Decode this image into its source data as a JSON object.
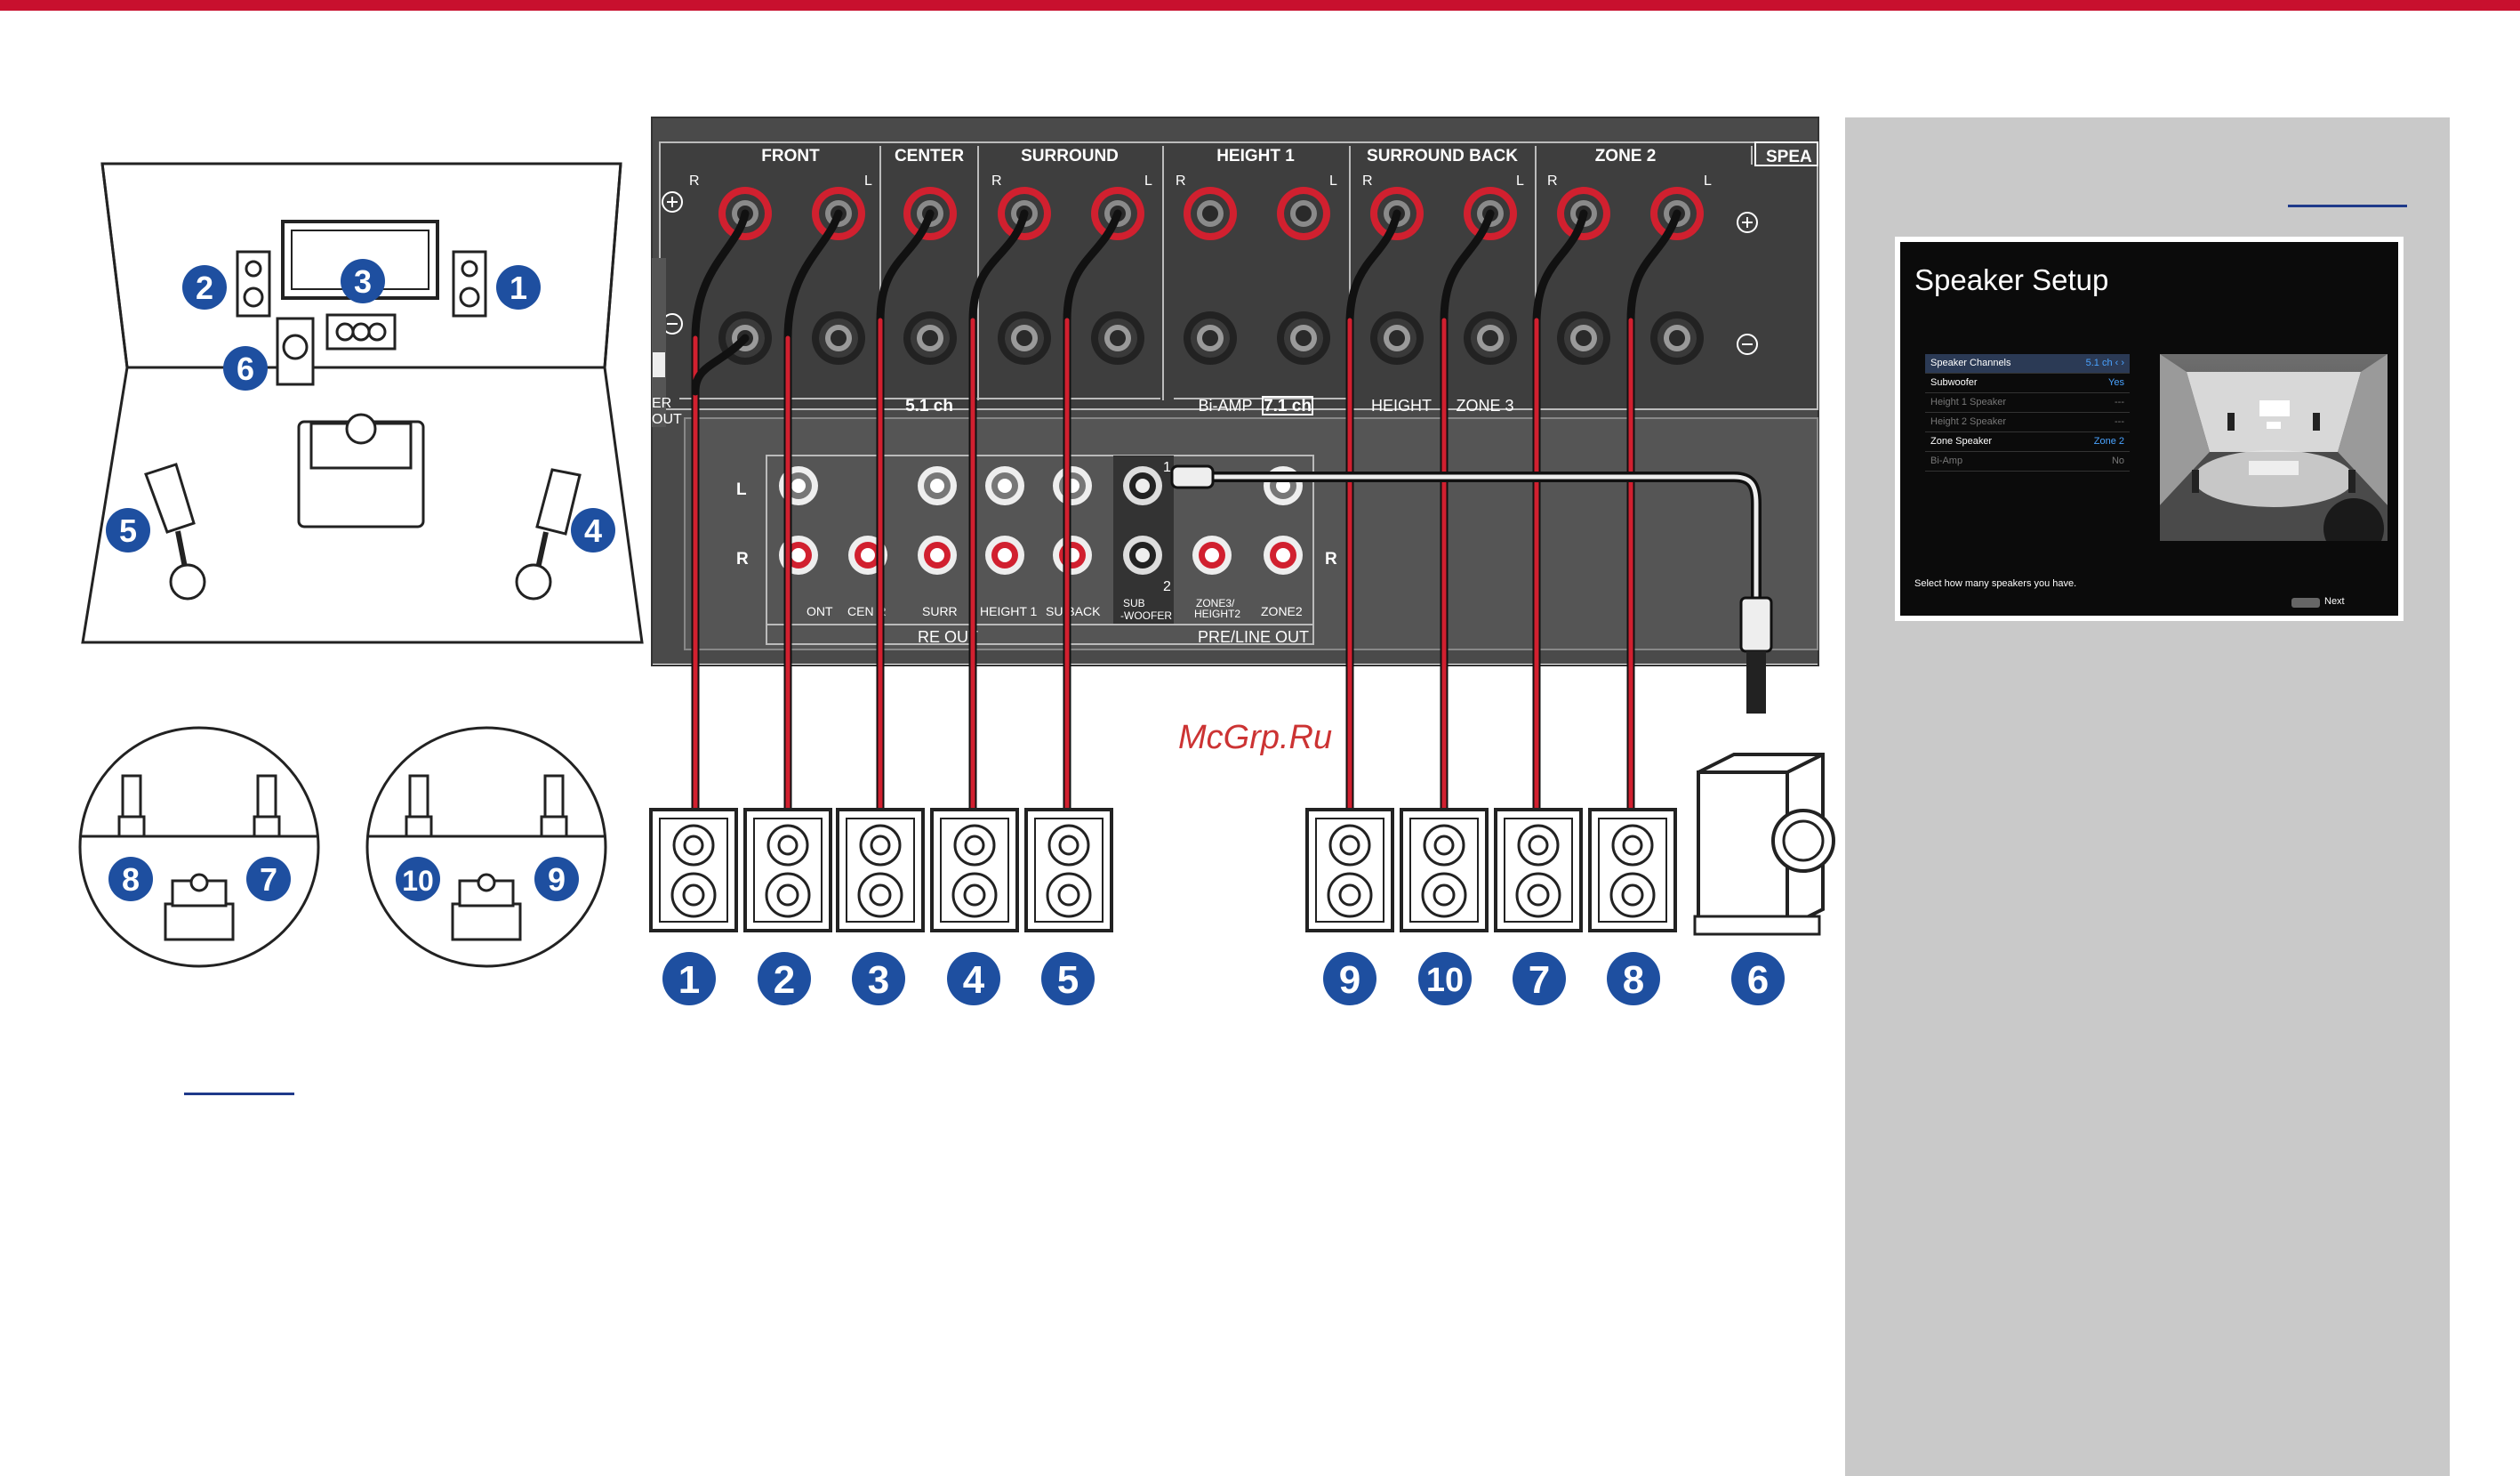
{
  "receiver": {
    "groups": {
      "front": "FRONT",
      "center": "CENTER",
      "surround": "SURROUND",
      "height1": "HEIGHT 1",
      "surround_back": "SURROUND BACK",
      "zone2": "ZONE 2",
      "speakers_cut": "SPEA"
    },
    "pole_labels": {
      "r": "R",
      "l": "L"
    },
    "sublabels": {
      "ch51": "5.1 ch",
      "biamp": "Bi-AMP",
      "ch71": "7.1 ch",
      "height": "HEIGHT",
      "zone3": "ZONE 3"
    },
    "preout": {
      "l": "L",
      "r": "R",
      "front": "ONT",
      "center": "CEN  R",
      "surr": "SURR",
      "height1": "HEIGHT 1",
      "surrback": "SU  BACK",
      "sub": "SUB",
      "woofer": "-WOOFER",
      "n1": "1",
      "n2": "2",
      "pre_out": "RE OUT",
      "zone3_height2_a": "ZONE3/",
      "zone3_height2_b": "HEIGHT2",
      "zone2_label": "ZONE2",
      "preline_out": "PRE/LINE OUT",
      "er": "ER",
      "out": "OUT"
    }
  },
  "room_numbers": [
    "1",
    "2",
    "3",
    "4",
    "5",
    "6"
  ],
  "inset_numbers": [
    "8",
    "7",
    "10",
    "9"
  ],
  "speaker_numbers": [
    "1",
    "2",
    "3",
    "4",
    "5",
    "9",
    "10",
    "7",
    "8",
    "6"
  ],
  "osd": {
    "title": "Speaker Setup",
    "rows": [
      {
        "label": "Speaker Channels",
        "value": "5.1 ch ‹ ›"
      },
      {
        "label": "Subwoofer",
        "value": "Yes"
      },
      {
        "label": "Height 1 Speaker",
        "value": "---"
      },
      {
        "label": "Height 2 Speaker",
        "value": "---"
      },
      {
        "label": "Zone Speaker",
        "value": "Zone 2"
      },
      {
        "label": "Bi-Amp",
        "value": "No"
      }
    ],
    "hint": "Select how many speakers you have.",
    "next": "Next"
  },
  "watermark": "McGrp.Ru",
  "colors": {
    "accent_red": "#c8102e",
    "number_blue": "#1e4fa0",
    "panel_gray": "#c9c9c9",
    "receiver_dark": "#4a4a4a"
  }
}
